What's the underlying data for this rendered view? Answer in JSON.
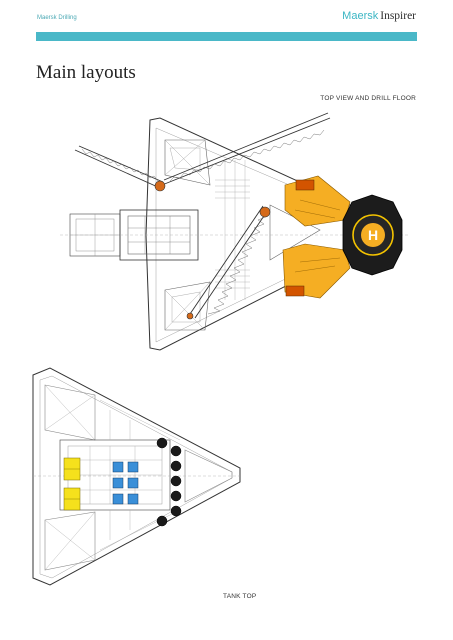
{
  "header": {
    "left_text": "Maersk Drilling",
    "brand_part1": "Maersk",
    "brand_part2": "Inspirer"
  },
  "page": {
    "title": "Main layouts"
  },
  "drawings": [
    {
      "caption": "TOP VIEW AND DRILL FLOOR"
    },
    {
      "caption": "TANK TOP"
    }
  ],
  "helideck": {
    "symbol": "H"
  },
  "colors": {
    "accent": "#4ab8c8",
    "highlight_orange": "#f5ae23",
    "highlight_yellow": "#f5e11c",
    "equipment_blue": "#3a8fd8",
    "tank_dark": "#1a1a1a"
  }
}
